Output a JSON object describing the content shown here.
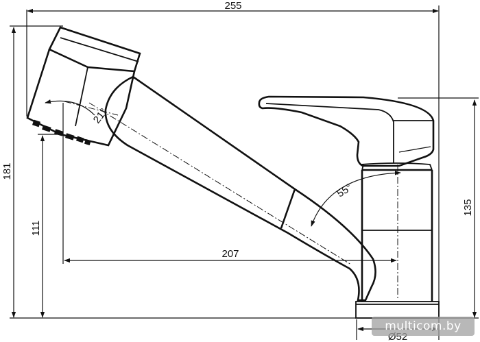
{
  "dimensions": {
    "top_width": "255",
    "left_height": "181",
    "left_spout_height": "111",
    "reach": "207",
    "right_height": "135",
    "base_diameter": "Ø52",
    "spout_tilt_angle": "21°",
    "spout_angle": "55°"
  },
  "watermark": "multicom.by"
}
